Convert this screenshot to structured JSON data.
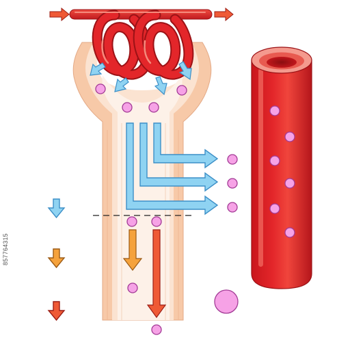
{
  "diagram": {
    "components": [
      "glomerulus-capillary",
      "bowman-capsule",
      "nephron-tubule",
      "blood-vessel",
      "filtration-arrows",
      "reabsorption-arrows",
      "secretion-arrow",
      "excretion-arrow",
      "solute-particles",
      "legend-arrows"
    ],
    "colors": {
      "vessel_red": "#e3262a",
      "vessel_dark": "#b5161b",
      "vessel_highlight": "#f26a60",
      "tubule_outer": "#f7c9a8",
      "tubule_inner": "#fbe3d1",
      "tubule_lumen": "#fdf1e8",
      "filtration_blue": "#8fd3f2",
      "filtration_outline": "#3c8fc7",
      "secretion_orange": "#f5a23c",
      "excretion_red": "#ef5a36",
      "particle_fill": "#f6a2e6",
      "particle_outline": "#a23a95"
    },
    "legend": [
      "blue-arrow",
      "orange-arrow",
      "red-arrow"
    ]
  },
  "stamp": {
    "stock_id": "857764315"
  }
}
